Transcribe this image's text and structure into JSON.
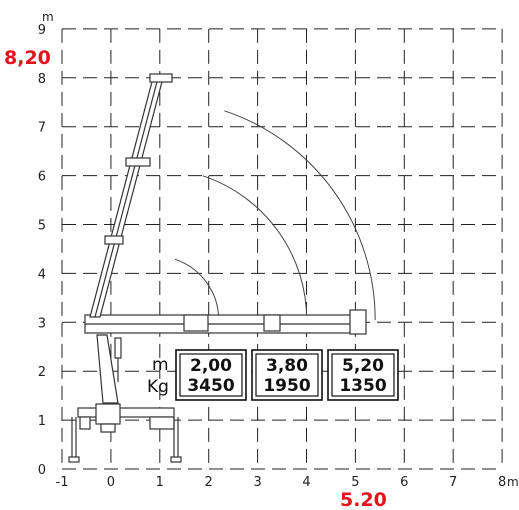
{
  "chart_data": {
    "type": "load-diagram",
    "x_unit": "m",
    "y_unit": "m",
    "xlim": [
      -1,
      8
    ],
    "ylim": [
      0,
      9
    ],
    "x_ticks": [
      "-1",
      "0",
      "1",
      "2",
      "3",
      "4",
      "5",
      "6",
      "7",
      "8"
    ],
    "y_ticks": [
      "0",
      "1",
      "2",
      "3",
      "4",
      "5",
      "6",
      "7",
      "8",
      "9"
    ],
    "max_height_label": "8,20",
    "max_height_value": 8.2,
    "max_reach_label": "5.20",
    "max_reach_value": 5.2,
    "row_labels": {
      "reach": "m",
      "load": "Kg"
    },
    "loads": [
      {
        "reach_label": "2,00",
        "reach": 2.0,
        "load_label": "3450"
      },
      {
        "reach_label": "3,80",
        "reach": 3.8,
        "load_label": "1950"
      },
      {
        "reach_label": "5,20",
        "reach": 5.2,
        "load_label": "1350"
      }
    ],
    "grid": true,
    "colors": {
      "highlight": "#e3141c",
      "lines": "#222222"
    }
  }
}
